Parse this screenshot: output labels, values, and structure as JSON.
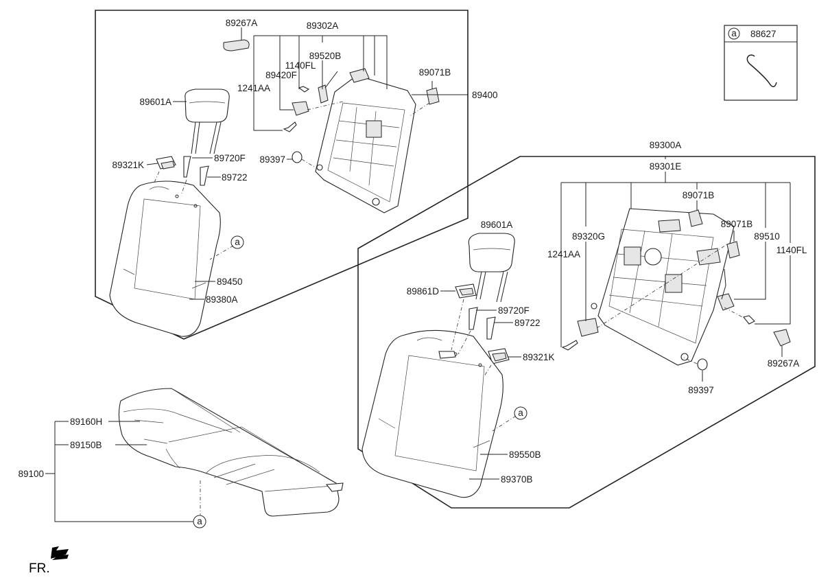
{
  "inset": {
    "marker": "a",
    "part_no": "88627"
  },
  "labels": {
    "upper_89267A": "89267A",
    "upper_89302A": "89302A",
    "upper_89520B": "89520B",
    "upper_1140FL": "1140FL",
    "upper_89420F": "89420F",
    "upper_1241AA": "1241AA",
    "upper_89071B": "89071B",
    "upper_89400": "89400",
    "upper_89601A": "89601A",
    "upper_89321K": "89321K",
    "upper_89720F": "89720F",
    "upper_89722": "89722",
    "upper_89397": "89397",
    "upper_a": "a",
    "upper_89450": "89450",
    "upper_89380A": "89380A",
    "lower_89300A": "89300A",
    "lower_89301E": "89301E",
    "lower_89071B_1": "89071B",
    "lower_89071B_2": "89071B",
    "lower_89320G": "89320G",
    "lower_89510": "89510",
    "lower_1241AA": "1241AA",
    "lower_1140FL": "1140FL",
    "lower_89601A": "89601A",
    "lower_89861D": "89861D",
    "lower_89720F": "89720F",
    "lower_89722": "89722",
    "lower_89321K": "89321K",
    "lower_89267A": "89267A",
    "lower_89397": "89397",
    "lower_a": "a",
    "lower_89550B": "89550B",
    "lower_89370B": "89370B",
    "cushion_89160H": "89160H",
    "cushion_89150B": "89150B",
    "cushion_89100": "89100",
    "cushion_a": "a",
    "front": "FR."
  }
}
